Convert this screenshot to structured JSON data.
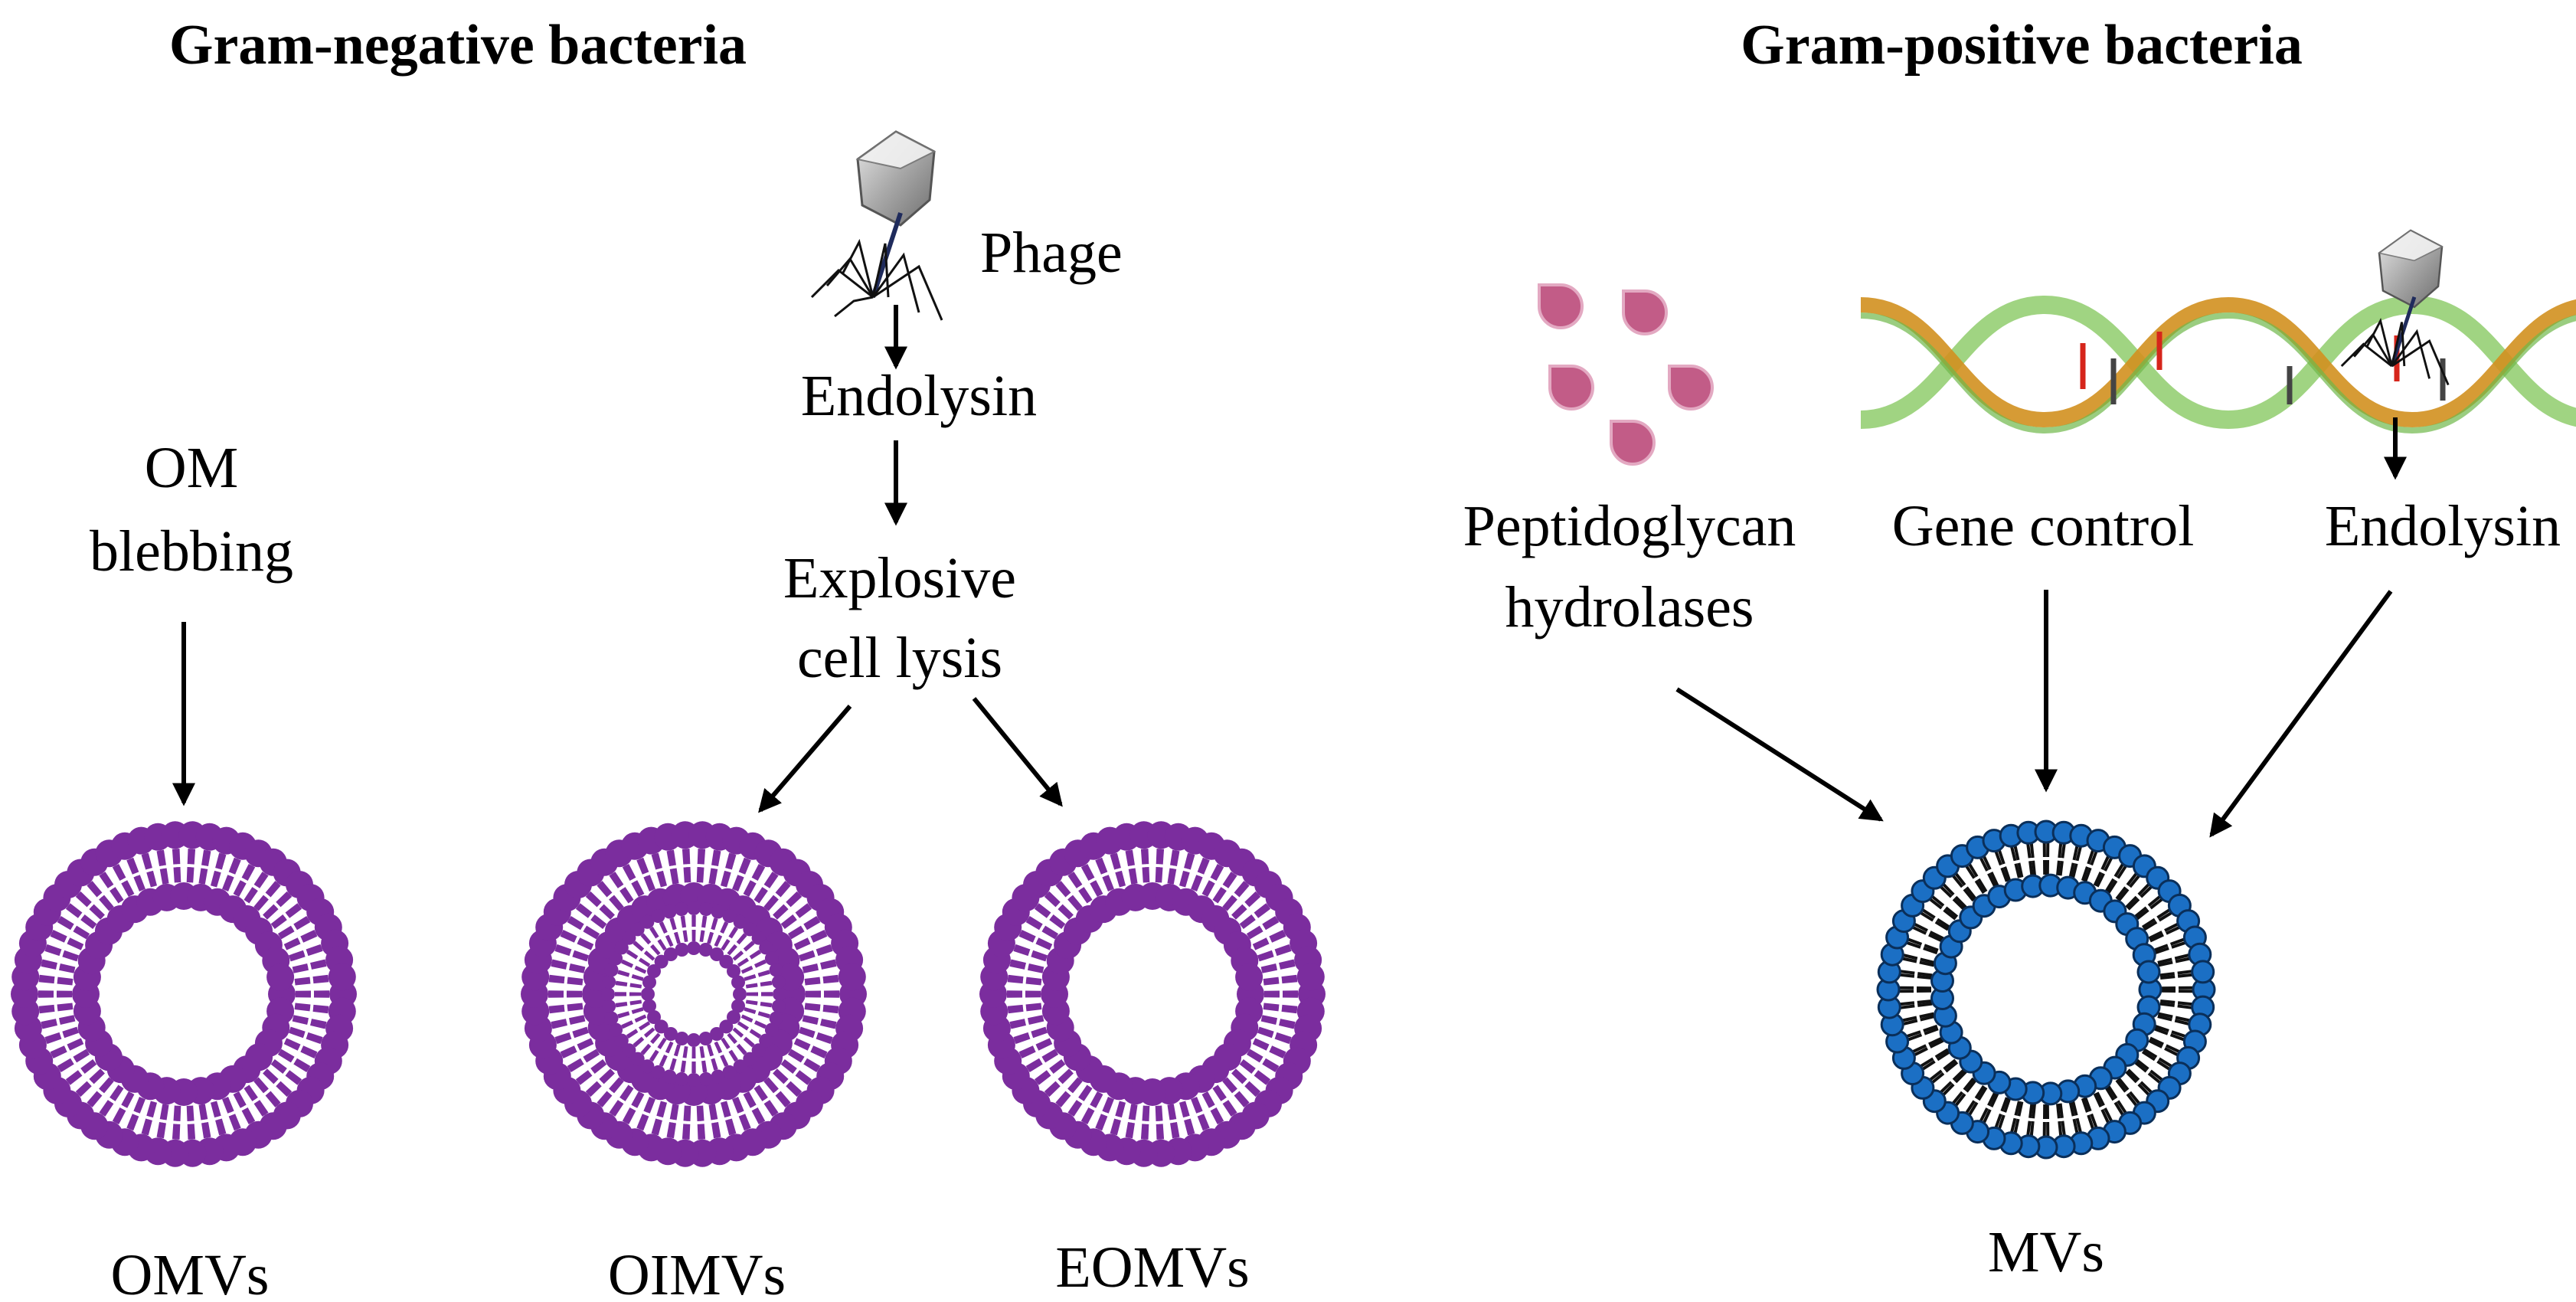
{
  "gram_negative": {
    "heading": "Gram-negative bacteria",
    "om_line1": "OM",
    "om_line2": "blebbing",
    "phage": "Phage",
    "endolysin": "Endolysin",
    "explosive_line1": "Explosive",
    "explosive_line2": "cell lysis",
    "omvs": "OMVs",
    "oimvs": "OIMVs",
    "eomvs": "EOMVs"
  },
  "gram_positive": {
    "heading": "Gram-positive bacteria",
    "pg_line1": "Peptidoglycan",
    "pg_line2": "hydrolases",
    "gene_control": "Gene control",
    "endolysin": "Endolysin",
    "mvs": "MVs"
  },
  "colors": {
    "gram_negative_vesicle": "#7b2d9e",
    "gram_positive_head": "#1b6fc4",
    "hydrolase_drop": "#c25c87",
    "dna_green": "#8fcd6c",
    "dna_orange": "#d2901f",
    "arrow": "#000000"
  },
  "icons": {
    "phage": "phage-icon",
    "hydrolase": "droplet-icon",
    "dna": "dna-helix-icon",
    "vesicle": "lipid-bilayer-vesicle-icon"
  }
}
